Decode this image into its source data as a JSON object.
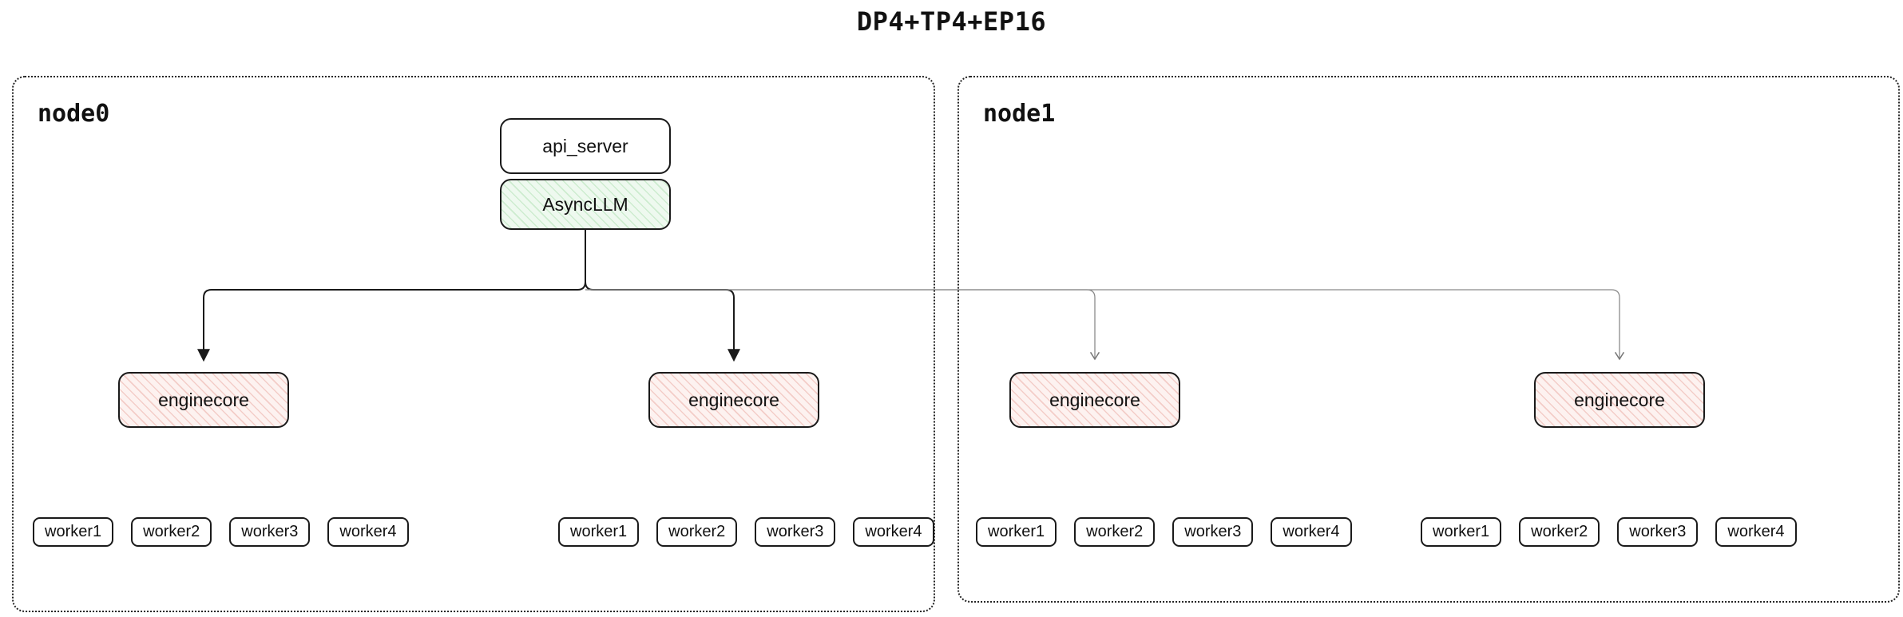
{
  "title": "DP4+TP4+EP16",
  "colors": {
    "border": "#1a1a1a",
    "asyncllm_bg": "#eef9ef",
    "asyncllm_hatch": "#cdeccf",
    "enginecore_bg": "#fdf2f0",
    "enginecore_hatch": "#f3cdc8"
  },
  "nodes": [
    {
      "label": "node0",
      "api_server": "api_server",
      "asyncllm": "AsyncLLM",
      "enginecores": [
        {
          "label": "enginecore",
          "workers": [
            "worker1",
            "worker2",
            "worker3",
            "worker4"
          ]
        },
        {
          "label": "enginecore",
          "workers": [
            "worker1",
            "worker2",
            "worker3",
            "worker4"
          ]
        }
      ]
    },
    {
      "label": "node1",
      "enginecores": [
        {
          "label": "enginecore",
          "workers": [
            "worker1",
            "worker2",
            "worker3",
            "worker4"
          ]
        },
        {
          "label": "enginecore",
          "workers": [
            "worker1",
            "worker2",
            "worker3",
            "worker4"
          ]
        }
      ]
    }
  ]
}
